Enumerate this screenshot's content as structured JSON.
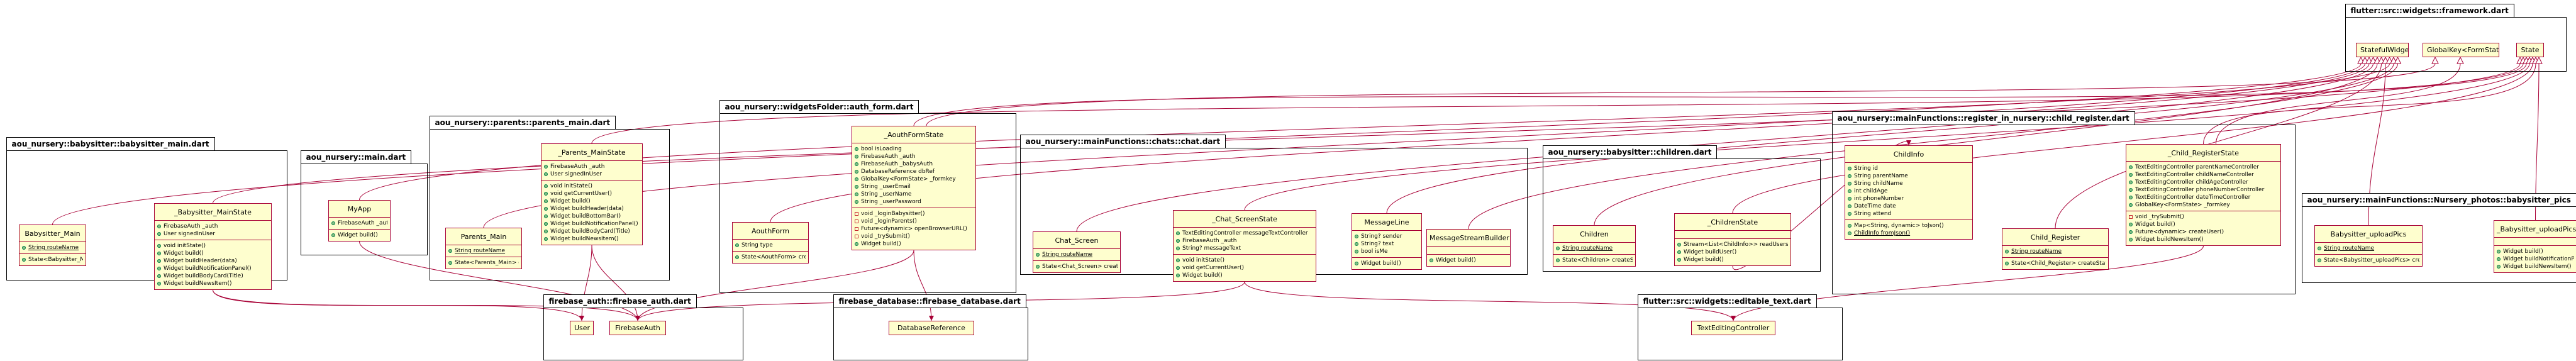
{
  "packages": [
    {
      "id": "p_framework",
      "label": "flutter::src::widgets::framework.dart"
    },
    {
      "id": "p_bmain",
      "label": "aou_nursery::babysitter::babysitter_main.dart"
    },
    {
      "id": "p_main",
      "label": "aou_nursery::main.dart"
    },
    {
      "id": "p_parents",
      "label": "aou_nursery::parents::parents_main.dart"
    },
    {
      "id": "p_authform",
      "label": "aou_nursery::widgetsFolder::auth_form.dart"
    },
    {
      "id": "p_chat",
      "label": "aou_nursery::mainFunctions::chats::chat.dart"
    },
    {
      "id": "p_children",
      "label": "aou_nursery::babysitter::children.dart"
    },
    {
      "id": "p_register",
      "label": "aou_nursery::mainFunctions::register_in_nursery::child_register.dart"
    },
    {
      "id": "p_photos",
      "label": "aou_nursery::mainFunctions::Nursery_photos::babysitter_pics"
    },
    {
      "id": "p_fbauth",
      "label": "firebase_auth::firebase_auth.dart"
    },
    {
      "id": "p_fbdb",
      "label": "firebase_database::firebase_database.dart"
    },
    {
      "id": "p_editable",
      "label": "flutter::src::widgets::editable_text.dart"
    }
  ],
  "classes": [
    {
      "id": "c_statefulwidget",
      "name": "StatefulWidget",
      "simple": true
    },
    {
      "id": "c_globalkey",
      "name": "GlobalKey<FormState>",
      "simple": true
    },
    {
      "id": "c_state",
      "name": "State",
      "simple": true
    },
    {
      "id": "c_babysitter_main",
      "name": "Babysitter_Main",
      "fields": [
        {
          "v": "public",
          "t": "String routeName",
          "s": true
        }
      ],
      "methods": [
        {
          "v": "public",
          "t": "State<Babysitter_Main> createState()"
        }
      ]
    },
    {
      "id": "c_babysitter_mainstate",
      "name": "_Babysitter_MainState",
      "fields": [
        {
          "v": "public",
          "t": "FirebaseAuth _auth"
        },
        {
          "v": "public",
          "t": "User signedInUser"
        }
      ],
      "methods": [
        {
          "v": "public",
          "t": "void initState()"
        },
        {
          "v": "public",
          "t": "Widget build()"
        },
        {
          "v": "public",
          "t": "Widget buildHeader(data)"
        },
        {
          "v": "public",
          "t": "Widget buildNotificationPanel()"
        },
        {
          "v": "public",
          "t": "Widget buildBodyCard(Title)"
        },
        {
          "v": "public",
          "t": "Widget buildNewsItem()"
        }
      ]
    },
    {
      "id": "c_myapp",
      "name": "MyApp",
      "fields": [
        {
          "v": "public",
          "t": "FirebaseAuth _auth"
        }
      ],
      "methods": [
        {
          "v": "public",
          "t": "Widget build()"
        }
      ]
    },
    {
      "id": "c_parents_main",
      "name": "Parents_Main",
      "fields": [
        {
          "v": "public",
          "t": "String routeName",
          "s": true
        }
      ],
      "methods": [
        {
          "v": "public",
          "t": "State<Parents_Main> createState()"
        }
      ]
    },
    {
      "id": "c_parents_mainstate",
      "name": "_Parents_MainState",
      "fields": [
        {
          "v": "public",
          "t": "FirebaseAuth _auth"
        },
        {
          "v": "public",
          "t": "User signedInUser"
        }
      ],
      "methods": [
        {
          "v": "public",
          "t": "void initState()"
        },
        {
          "v": "public",
          "t": "void getCurrentUser()"
        },
        {
          "v": "public",
          "t": "Widget build()"
        },
        {
          "v": "public",
          "t": "Widget buildHeader(data)"
        },
        {
          "v": "public",
          "t": "Widget buildBottomBar()"
        },
        {
          "v": "public",
          "t": "Widget buildNotificationPanel()"
        },
        {
          "v": "public",
          "t": "Widget buildBodyCard(Title)"
        },
        {
          "v": "public",
          "t": "Widget buildNewsItem()"
        }
      ]
    },
    {
      "id": "c_authform",
      "name": "AouthForm",
      "fields": [
        {
          "v": "public",
          "t": "String type"
        }
      ],
      "methods": [
        {
          "v": "public",
          "t": "State<AouthForm> createState()"
        }
      ]
    },
    {
      "id": "c_authformstate",
      "name": "_AouthFormState",
      "fields": [
        {
          "v": "public",
          "t": "bool isLoading"
        },
        {
          "v": "public",
          "t": "FirebaseAuth _auth"
        },
        {
          "v": "public",
          "t": "FirebaseAuth _babysAuth"
        },
        {
          "v": "public",
          "t": "DatabaseReference dbRef"
        },
        {
          "v": "public",
          "t": "GlobalKey<FormState> _formkey"
        },
        {
          "v": "public",
          "t": "String _userEmail"
        },
        {
          "v": "public",
          "t": "String _userName"
        },
        {
          "v": "public",
          "t": "String _userPassword"
        }
      ],
      "methods": [
        {
          "v": "private",
          "t": "void _loginBabysitter()"
        },
        {
          "v": "private",
          "t": "void _loginParents()"
        },
        {
          "v": "private",
          "t": "Future<dynamic> openBrowserURL()"
        },
        {
          "v": "private",
          "t": "void _trySubmit()"
        },
        {
          "v": "public",
          "t": "Widget build()"
        }
      ]
    },
    {
      "id": "c_chat_screen",
      "name": "Chat_Screen",
      "fields": [
        {
          "v": "public",
          "t": "String routeName",
          "s": true
        }
      ],
      "methods": [
        {
          "v": "public",
          "t": "State<Chat_Screen> createState()"
        }
      ]
    },
    {
      "id": "c_chat_screenstate",
      "name": "_Chat_ScreenState",
      "fields": [
        {
          "v": "public",
          "t": "TextEditingController messageTextController"
        },
        {
          "v": "public",
          "t": "FirebaseAuth _auth"
        },
        {
          "v": "public",
          "t": "String? messageText"
        }
      ],
      "methods": [
        {
          "v": "public",
          "t": "void initState()"
        },
        {
          "v": "public",
          "t": "void getCurrentUser()"
        },
        {
          "v": "public",
          "t": "Widget build()"
        }
      ]
    },
    {
      "id": "c_messageline",
      "name": "MessageLine",
      "fields": [
        {
          "v": "public",
          "t": "String? sender"
        },
        {
          "v": "public",
          "t": "String? text"
        },
        {
          "v": "public",
          "t": "bool isMe"
        }
      ],
      "methods": [
        {
          "v": "public",
          "t": "Widget build()"
        }
      ]
    },
    {
      "id": "c_msgstreambuilder",
      "name": "MessageStreamBuilder",
      "fields": [],
      "methods": [
        {
          "v": "public",
          "t": "Widget build()"
        }
      ]
    },
    {
      "id": "c_children",
      "name": "Children",
      "fields": [
        {
          "v": "public",
          "t": "String routeName",
          "s": true
        }
      ],
      "methods": [
        {
          "v": "public",
          "t": "State<Children> createState()"
        }
      ]
    },
    {
      "id": "c_childrenstate",
      "name": "_ChildrenState",
      "fields": [],
      "methods": [
        {
          "v": "public",
          "t": "Stream<List<ChildInfo>> readUsers()"
        },
        {
          "v": "public",
          "t": "Widget buildUser()"
        },
        {
          "v": "public",
          "t": "Widget build()"
        }
      ]
    },
    {
      "id": "c_childinfo",
      "name": "ChildInfo",
      "fields": [
        {
          "v": "public",
          "t": "String id"
        },
        {
          "v": "public",
          "t": "String parentName"
        },
        {
          "v": "public",
          "t": "String childName"
        },
        {
          "v": "public",
          "t": "int childAge"
        },
        {
          "v": "public",
          "t": "int phoneNumber"
        },
        {
          "v": "public",
          "t": "DateTime date"
        },
        {
          "v": "public",
          "t": "String attend"
        }
      ],
      "methods": [
        {
          "v": "public",
          "t": "Map<String, dynamic> toJson()"
        },
        {
          "v": "public",
          "t": "ChildInfo fromJson()",
          "s": true
        }
      ]
    },
    {
      "id": "c_child_register",
      "name": "Child_Register",
      "fields": [
        {
          "v": "public",
          "t": "String routeName",
          "s": true
        }
      ],
      "methods": [
        {
          "v": "public",
          "t": "State<Child_Register> createState()"
        }
      ]
    },
    {
      "id": "c_child_registerstate",
      "name": "_Child_RegisterState",
      "fields": [
        {
          "v": "public",
          "t": "TextEditingController parentNameController"
        },
        {
          "v": "public",
          "t": "TextEditingController childNameController"
        },
        {
          "v": "public",
          "t": "TextEditingController childAgeController"
        },
        {
          "v": "public",
          "t": "TextEditingController phoneNumberController"
        },
        {
          "v": "public",
          "t": "TextEditingController dateTimeController"
        },
        {
          "v": "public",
          "t": "GlobalKey<FormState> _formkey"
        }
      ],
      "methods": [
        {
          "v": "private",
          "t": "void _trySubmit()"
        },
        {
          "v": "public",
          "t": "Widget build()"
        },
        {
          "v": "public",
          "t": "Future<dynamic> createUser()"
        },
        {
          "v": "public",
          "t": "Widget buildNewsItem()"
        }
      ]
    },
    {
      "id": "c_babysitter_uploadpics",
      "name": "Babysitter_uploadPics",
      "fields": [
        {
          "v": "public",
          "t": "String routeName",
          "s": true
        }
      ],
      "methods": [
        {
          "v": "public",
          "t": "State<Babysitter_uploadPics> createState()"
        }
      ]
    },
    {
      "id": "c_babysitter_uploadpicsstate",
      "name": "_Babysitter_uploadPicsSt",
      "fields": [],
      "methods": [
        {
          "v": "public",
          "t": "Widget build()"
        },
        {
          "v": "public",
          "t": "Widget buildNotificationPane"
        },
        {
          "v": "public",
          "t": "Widget buildNewsItem()"
        }
      ]
    },
    {
      "id": "c_user",
      "name": "User",
      "simple": true
    },
    {
      "id": "c_firebaseauth",
      "name": "FirebaseAuth",
      "simple": true
    },
    {
      "id": "c_databasereference",
      "name": "DatabaseReference",
      "simple": true
    },
    {
      "id": "c_texteditingcontroller",
      "name": "TextEditingController",
      "simple": true
    }
  ],
  "colors": {
    "edge": "#a80036",
    "class_bg": "#fefece",
    "class_border": "#a80036",
    "public": "#84be84",
    "private": "#c82930"
  }
}
